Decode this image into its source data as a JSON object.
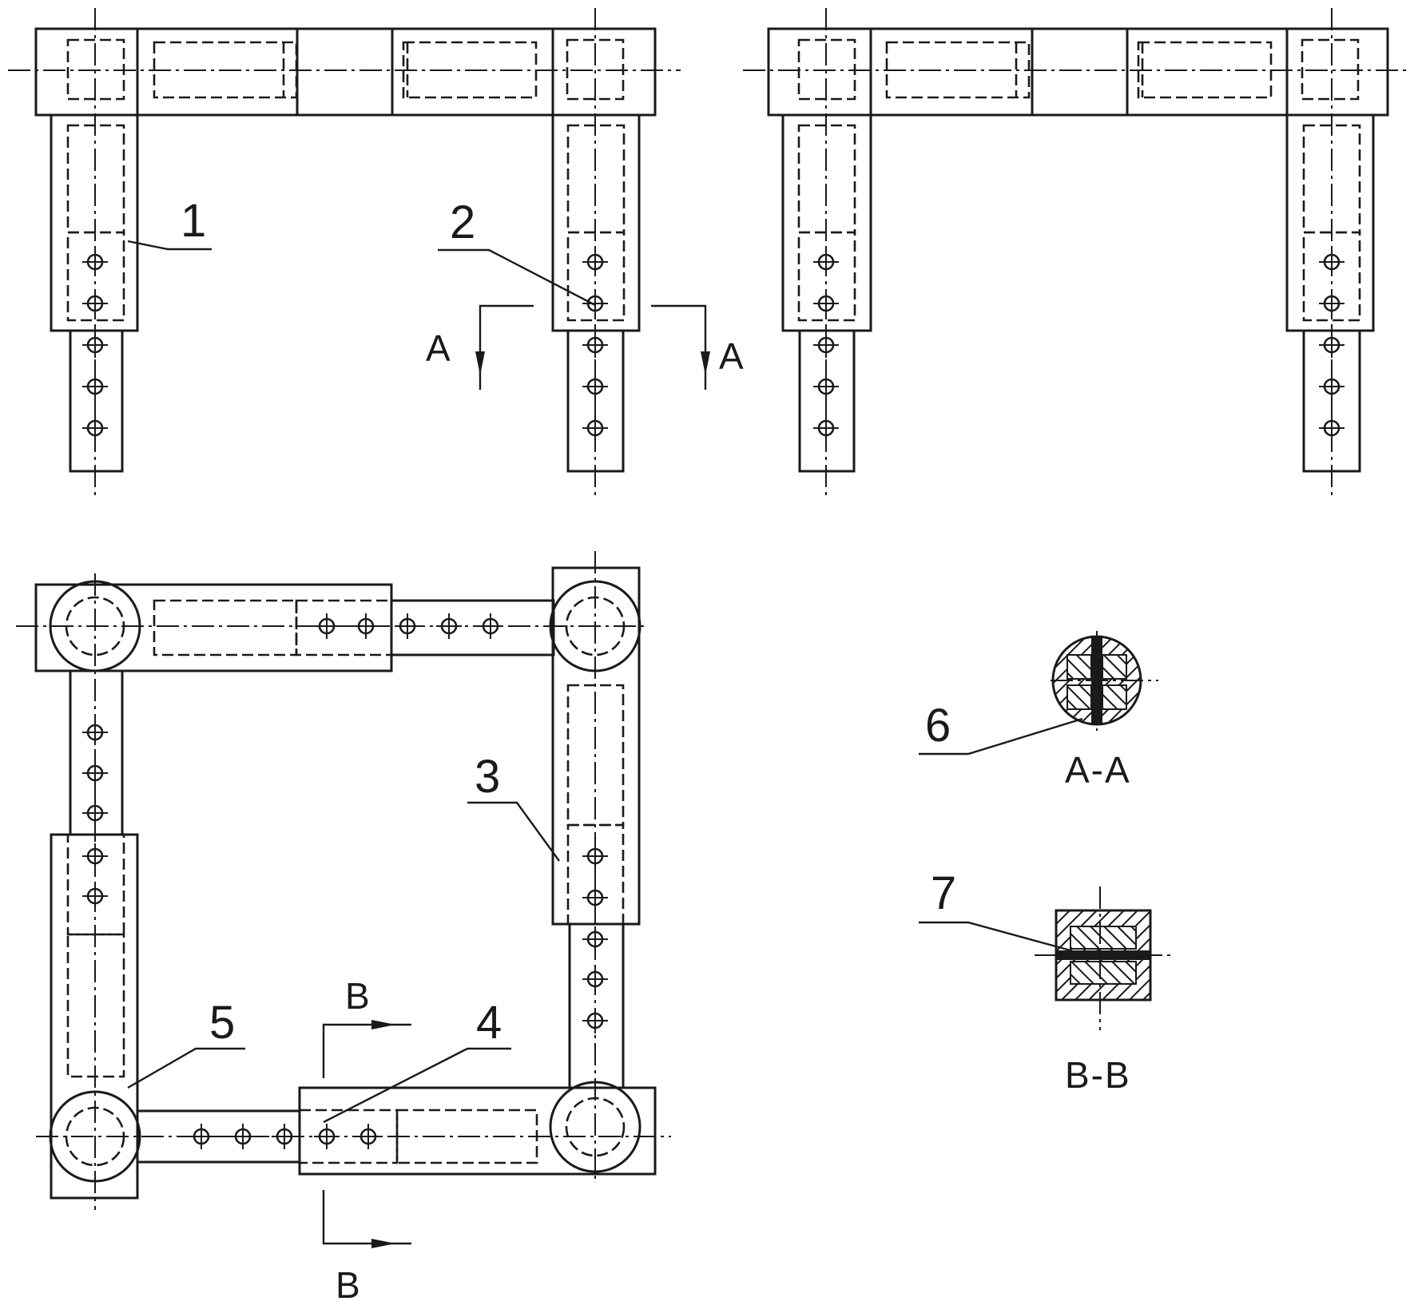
{
  "callouts": {
    "part_1": "1",
    "part_2": "2",
    "part_3": "3",
    "part_4": "4",
    "part_5": "5",
    "part_6": "6",
    "part_7": "7"
  },
  "section_marks": {
    "a_left": "A",
    "a_right": "A",
    "b_top": "B",
    "b_bottom": "B"
  },
  "section_titles": {
    "a_a": "A-A",
    "b_b": "B-B"
  }
}
